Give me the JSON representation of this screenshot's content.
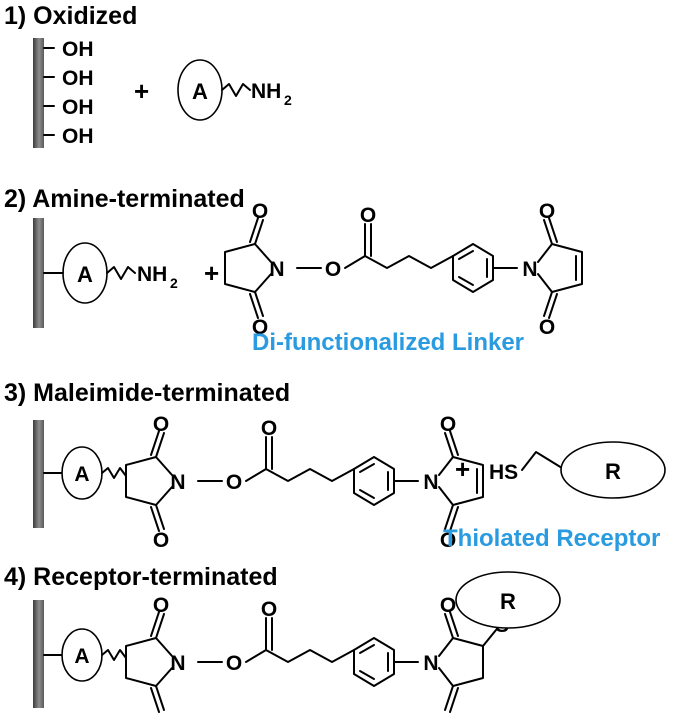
{
  "steps": [
    {
      "label": "1) Oxidized"
    },
    {
      "label": "2) Amine-terminated"
    },
    {
      "label": "3) Maleimide-terminated"
    },
    {
      "label": "4) Receptor-terminated"
    }
  ],
  "groups": {
    "hydroxyl": "OH",
    "amine_main": "NH",
    "amine_subscript": "2",
    "thiol": "HS",
    "sulfur": "S",
    "nitrogen": "N",
    "oxygen": "O"
  },
  "molecules": {
    "aminosilane": "A",
    "receptor": "R"
  },
  "operators": {
    "plus": "+"
  },
  "captions": {
    "linker": "Di-functionalized Linker",
    "thiolated_receptor": "Thiolated Receptor"
  },
  "colors": {
    "caption": "#2a9be0",
    "surface_dark": "#4a4a4a",
    "surface_light": "#9a9a9a"
  }
}
